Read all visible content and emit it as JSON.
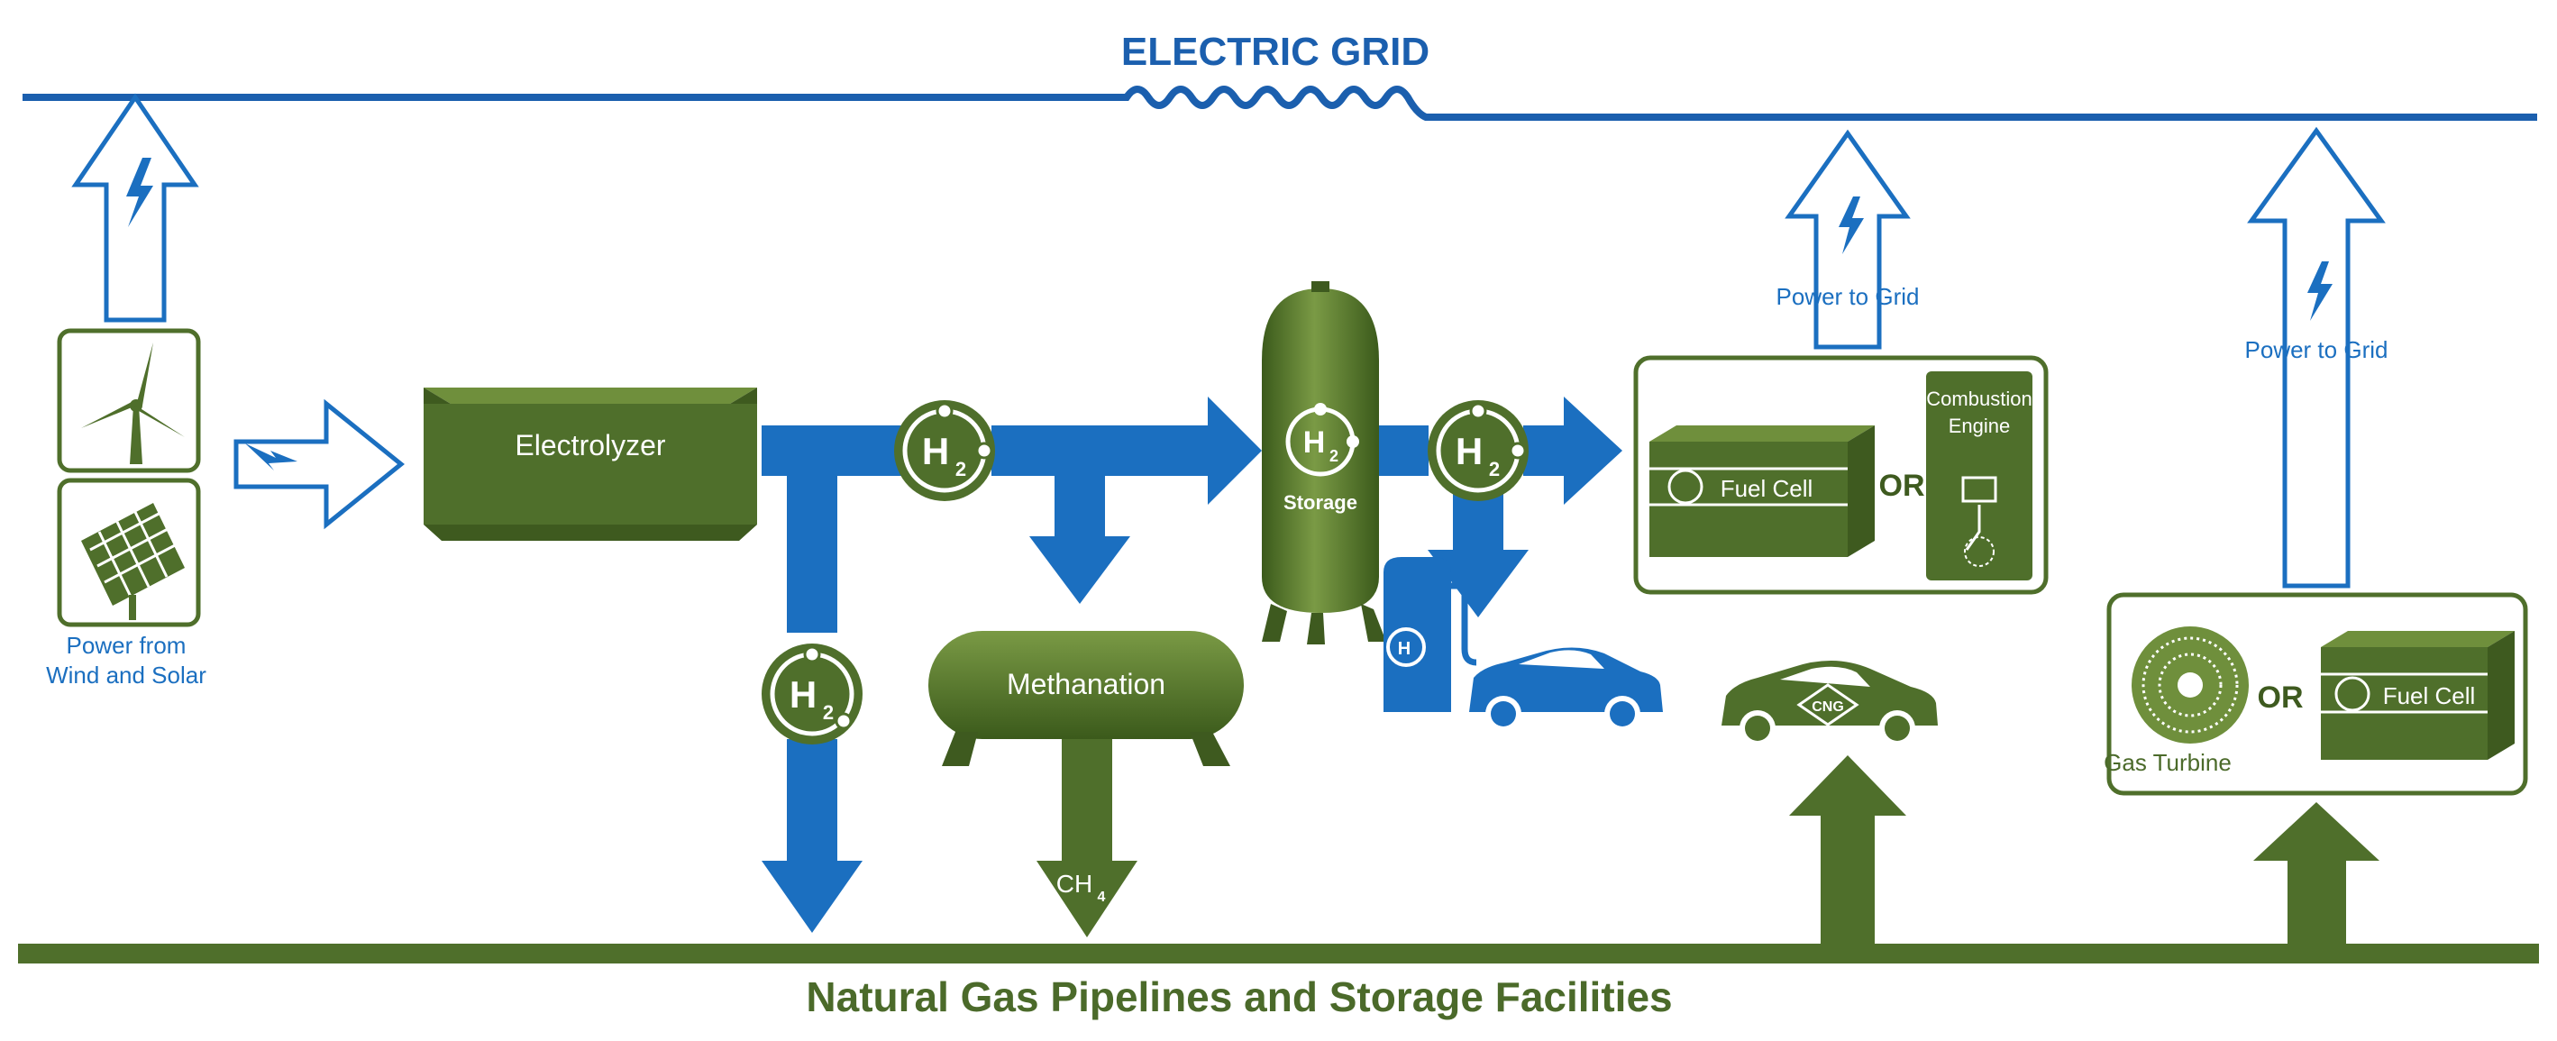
{
  "title_grid": "ELECTRIC GRID",
  "title_gas": "Natural Gas Pipelines and Storage Facilities",
  "labels": {
    "power_from_line1": "Power from",
    "power_from_line2": "Wind and Solar",
    "electrolyzer": "Electrolyzer",
    "h2_main": "H",
    "h2_sub": "2",
    "storage": "Storage",
    "methanation": "Methanation",
    "ch4_main": "CH",
    "ch4_sub": "4",
    "power_to_grid_1": "Power to Grid",
    "power_to_grid_2": "Power to Grid",
    "fuel_cell_1": "Fuel Cell",
    "fuel_cell_2": "Fuel Cell",
    "or_1": "OR",
    "or_2": "OR",
    "combustion_line1": "Combustion",
    "combustion_line2": "Engine",
    "gas_turbine": "Gas Turbine",
    "cng": "CNG"
  },
  "colors": {
    "blue": "#1b6fc0",
    "dark_blue": "#1b5fae",
    "green": "#4f6f2b",
    "dark_green": "#3e5a1f",
    "light_green": "#6f8f3c"
  },
  "icons": [
    "wind-turbine-icon",
    "solar-panel-icon",
    "lightning-icon",
    "hydrogen-molecule-icon",
    "storage-tank-icon",
    "methanation-tank-icon",
    "fuel-pump-icon",
    "car-icon",
    "cng-car-icon",
    "fuel-cell-icon",
    "combustion-engine-icon",
    "gas-turbine-icon"
  ]
}
